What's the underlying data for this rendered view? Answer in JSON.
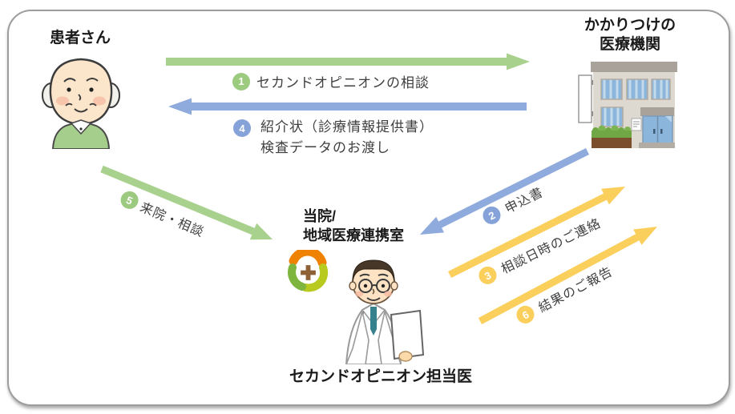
{
  "diagram": {
    "patient": {
      "title": "患者さん"
    },
    "clinic": {
      "title_line1": "かかりつけの",
      "title_line2": "医療機関"
    },
    "hospital": {
      "title_line1": "当院/",
      "title_line2": "地域医療連携室"
    },
    "doctor": {
      "title": "セカンドオピニオン担当医"
    }
  },
  "steps": {
    "1": {
      "num": "1",
      "label": "セカンドオピニオンの相談"
    },
    "2": {
      "num": "2",
      "label": "申込書"
    },
    "3": {
      "num": "3",
      "label": "相談日時のご連絡"
    },
    "4": {
      "num": "4",
      "label": "紹介状（診療情報提供書）",
      "label2": "検査データのお渡し"
    },
    "5": {
      "num": "5",
      "label": "来院・相談"
    },
    "6": {
      "num": "6",
      "label": "結果のご報告"
    }
  },
  "colors": {
    "arrow_green": "#a9d18e",
    "arrow_blue": "#8faadc",
    "arrow_yellow": "#fbcf5c",
    "label_text": "#3f3f3f",
    "border": "#9d9d9d"
  }
}
